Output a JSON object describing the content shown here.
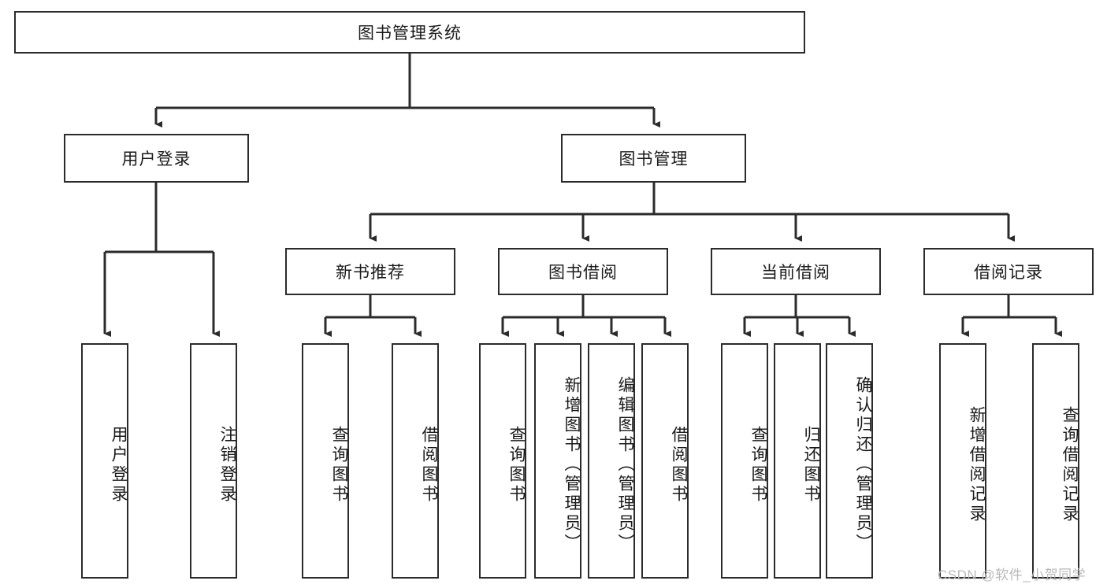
{
  "diagram": {
    "type": "tree-diagram",
    "title": "图书管理系统",
    "root": {
      "label": "图书管理系统"
    },
    "level2": [
      {
        "label": "用户登录"
      },
      {
        "label": "图书管理"
      }
    ],
    "level3": [
      {
        "label": "新书推荐"
      },
      {
        "label": "图书借阅"
      },
      {
        "label": "当前借阅"
      },
      {
        "label": "借阅记录"
      }
    ],
    "leaves": {
      "user_login": [
        {
          "label": "用户登录"
        },
        {
          "label": "注销登录"
        }
      ],
      "new_book_recommend": [
        {
          "label": "查询图书"
        },
        {
          "label": "借阅图书"
        }
      ],
      "book_borrow": [
        {
          "label": "查询图书"
        },
        {
          "label": "新增图书（管理员）"
        },
        {
          "label": "编辑图书（管理员）"
        },
        {
          "label": "借阅图书"
        }
      ],
      "current_borrow": [
        {
          "label": "查询图书"
        },
        {
          "label": "归还图书"
        },
        {
          "label": "确认归还（管理员）"
        }
      ],
      "borrow_record": [
        {
          "label": "新增借阅记录"
        },
        {
          "label": "查询借阅记录"
        }
      ]
    },
    "watermark": "CSDN @软件_小贺同学",
    "colors": {
      "stroke": "#2b2b2b",
      "fill": "#ffffff",
      "text": "#1a1a1a",
      "watermark": "#b9b9b9"
    }
  }
}
